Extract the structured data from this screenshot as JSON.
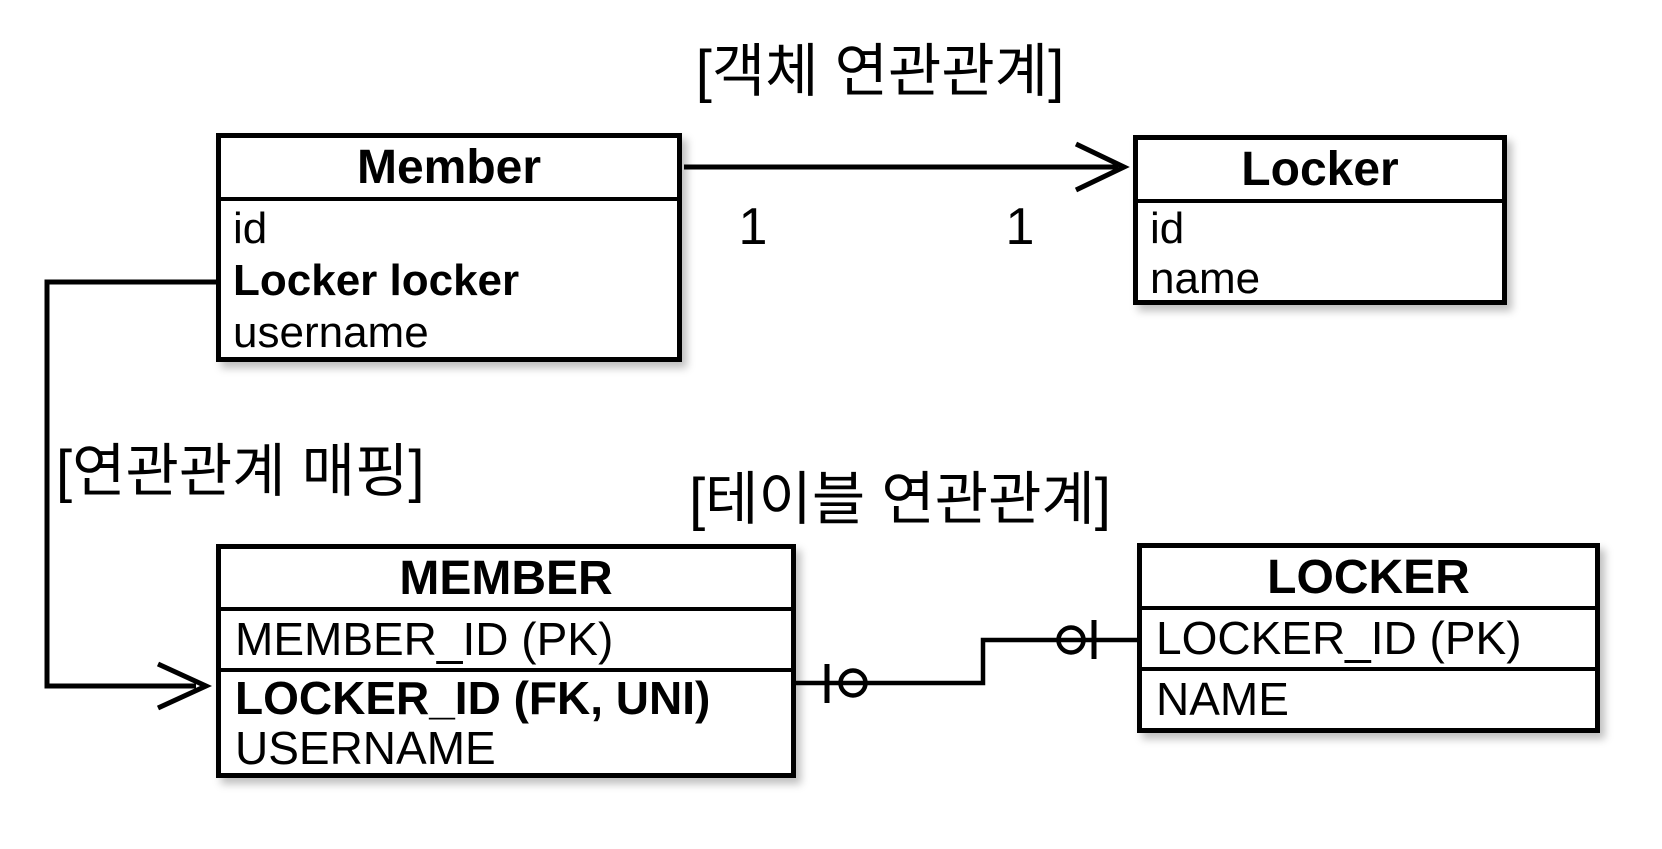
{
  "diagram": {
    "titles": {
      "object_association": "[객체 연관관계]",
      "association_mapping": "[연관관계 매핑]",
      "table_association": "[테이블 연관관계]"
    },
    "object_model": {
      "member": {
        "title": "Member",
        "fields": [
          {
            "text": "id",
            "bold": false
          },
          {
            "text": "Locker locker",
            "bold": true
          },
          {
            "text": "username",
            "bold": false
          }
        ]
      },
      "locker": {
        "title": "Locker",
        "fields": [
          {
            "text": "id",
            "bold": false
          },
          {
            "text": "name",
            "bold": false
          }
        ]
      },
      "association": {
        "source_multiplicity": "1",
        "target_multiplicity": "1"
      }
    },
    "table_model": {
      "member": {
        "title": "MEMBER",
        "pk_field": {
          "text": "MEMBER_ID (PK)",
          "bold": false
        },
        "fields": [
          {
            "text": "LOCKER_ID (FK, UNI)",
            "bold": true
          },
          {
            "text": "USERNAME",
            "bold": false
          }
        ]
      },
      "locker": {
        "title": "LOCKER",
        "pk_field": {
          "text": "LOCKER_ID (PK)",
          "bold": false
        },
        "fields": [
          {
            "text": "NAME",
            "bold": false
          }
        ]
      },
      "relationship_ends": {
        "member_end": "zero-or-one",
        "locker_end": "zero-or-one"
      }
    },
    "colors": {
      "line": "#000000",
      "background": "#ffffff",
      "box_fill": "#ffffff"
    }
  }
}
